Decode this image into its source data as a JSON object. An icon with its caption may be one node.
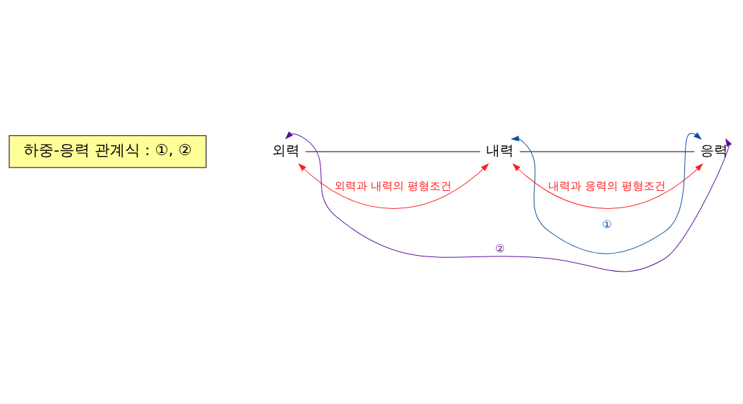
{
  "diagram": {
    "nodes": [
      {
        "text": [
          "하중-응력 관계식 : ①, ②"
        ]
      },
      {
        "text": [
          "외력"
        ]
      },
      {
        "text": [
          "내력"
        ]
      },
      {
        "text": [
          "응력"
        ]
      }
    ],
    "edges": [
      {
        "from": 3,
        "to": 1,
        "arrow": "both",
        "label": "②",
        "color": "#5a0fa0"
      },
      {
        "from": 3,
        "to": 2,
        "arrow": "both",
        "label": "①",
        "color": "#0b4f9c"
      },
      {
        "from": 1,
        "to": 2,
        "arrow": "none"
      },
      {
        "from": 2,
        "to": 3,
        "arrow": "none"
      },
      {
        "from": 1,
        "to": 2,
        "arrow": "both",
        "label": "외력과 내력의 평형조건",
        "color": "#ff2020"
      },
      {
        "from": 2,
        "to": 3,
        "arrow": "both",
        "label": "내력과 응력의 평형조건",
        "color": "#ff2020"
      }
    ]
  }
}
